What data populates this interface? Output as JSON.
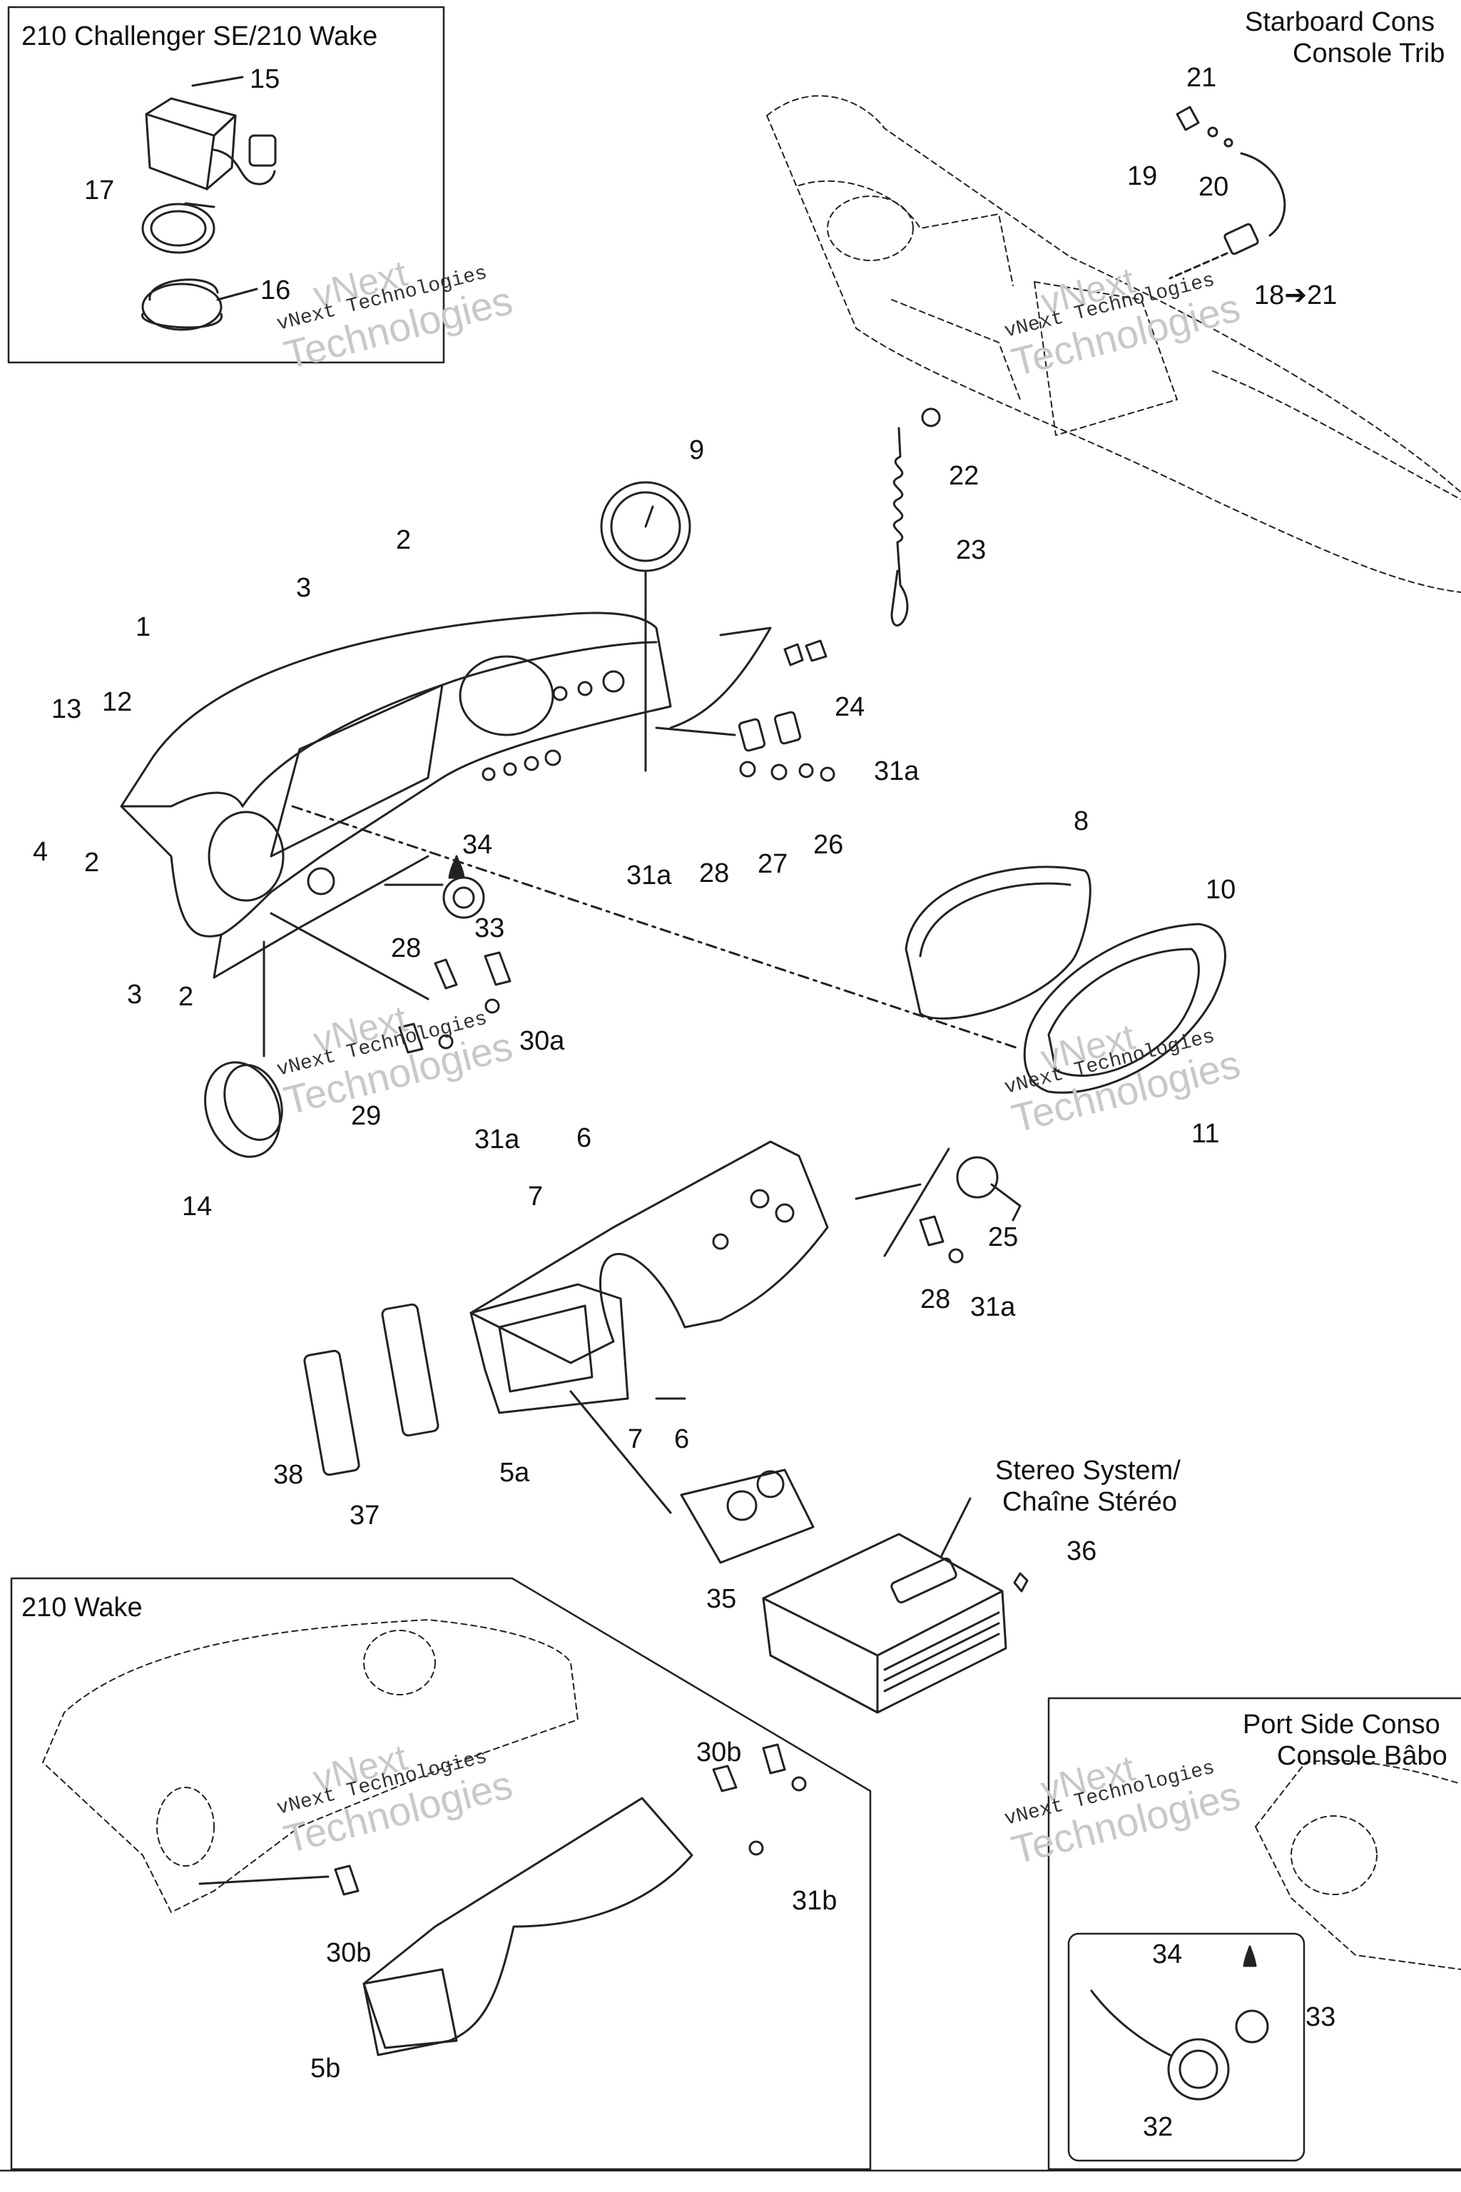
{
  "insets": {
    "challenger": "210 Challenger SE/210 Wake",
    "starboard_line1": "Starboard Cons",
    "starboard_line2": "Console Trib",
    "wake": "210 Wake",
    "port_line1": "Port Side Conso",
    "port_line2": "Console Bâbo",
    "stereo_line1": "Stereo System/",
    "stereo_line2": "Chaîne Stéréo"
  },
  "watermark": {
    "line1": "vNext",
    "line2": "vNext Technologies",
    "line3": "Technologies"
  },
  "colors": {
    "line": "#222222",
    "watermark": "#c8c8c8"
  },
  "callouts": {
    "c1": "1",
    "c2a": "2",
    "c2b": "2",
    "c2c": "2",
    "c3a": "3",
    "c3b": "3",
    "c4": "4",
    "c5a": "5a",
    "c5b": "5b",
    "c6a": "6",
    "c6b": "6",
    "c7a": "7",
    "c7b": "7",
    "c8": "8",
    "c9": "9",
    "c10": "10",
    "c11": "11",
    "c12": "12",
    "c13": "13",
    "c14": "14",
    "c15": "15",
    "c16": "16",
    "c17": "17",
    "c18": "18➔21",
    "c19": "19",
    "c20": "20",
    "c21": "21",
    "c22": "22",
    "c23": "23",
    "c24": "24",
    "c25": "25",
    "c26": "26",
    "c27": "27",
    "c28a": "28",
    "c28b": "28",
    "c28c": "28",
    "c29": "29",
    "c30a": "30a",
    "c30b1": "30b",
    "c30b2": "30b",
    "c31a1": "31a",
    "c31a2": "31a",
    "c31a3": "31a",
    "c31a4": "31a",
    "c31b": "31b",
    "c32": "32",
    "c33a": "33",
    "c33b": "33",
    "c34a": "34",
    "c34b": "34",
    "c35": "35",
    "c36": "36",
    "c37": "37",
    "c38": "38"
  }
}
